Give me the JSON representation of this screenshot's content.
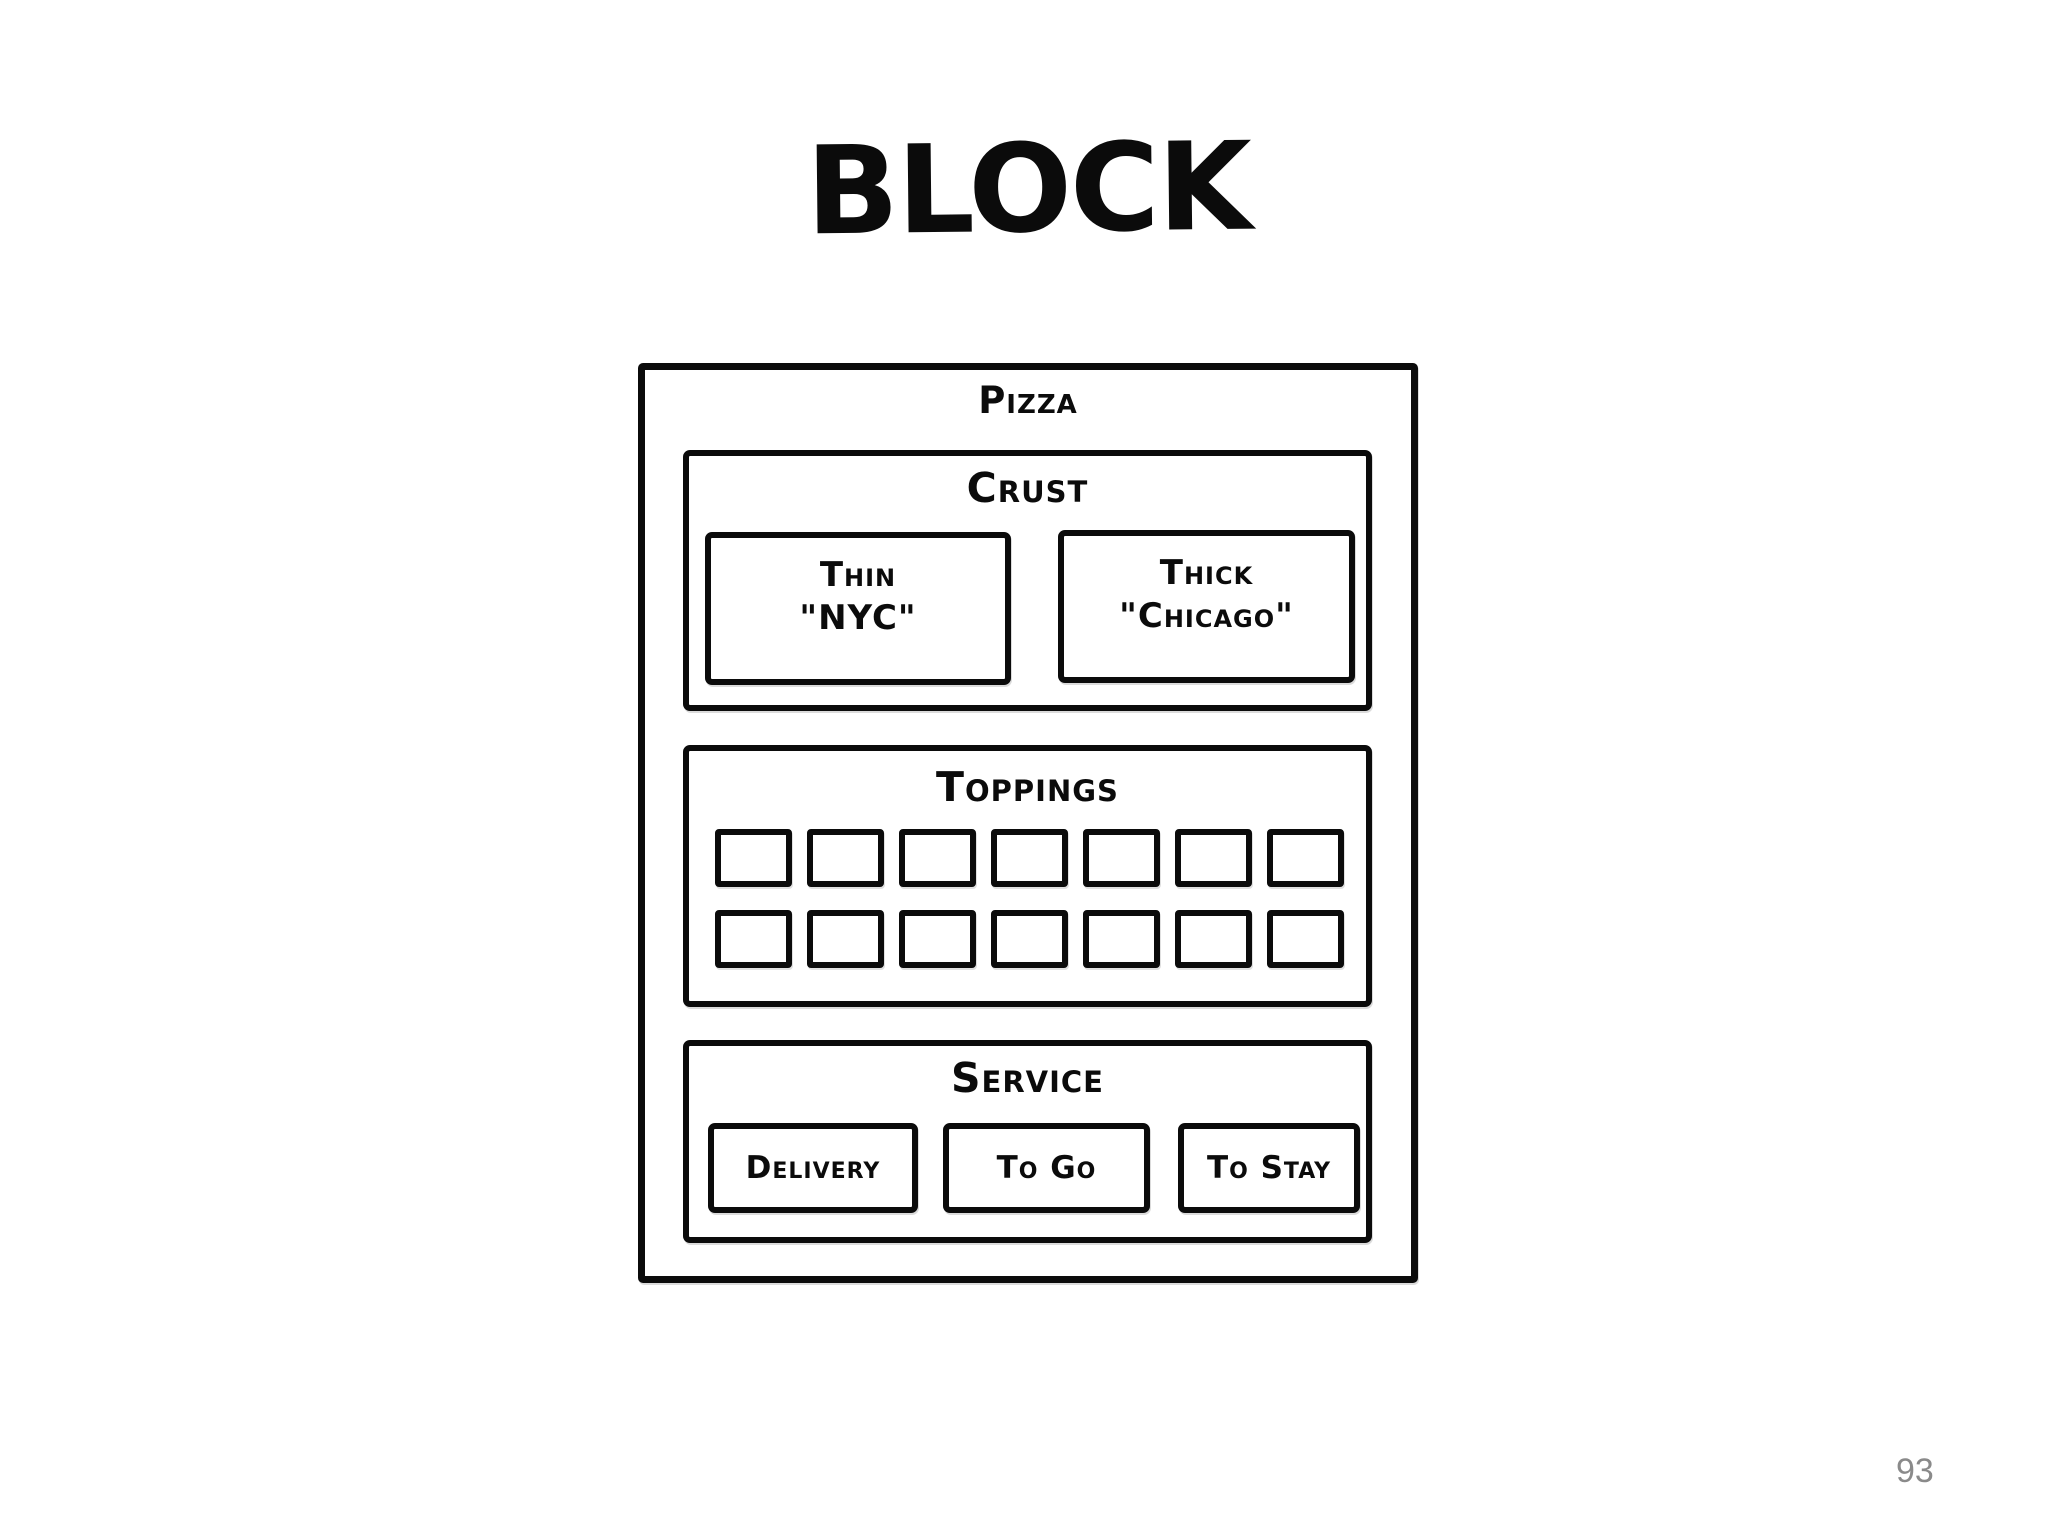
{
  "page": {
    "title": "BLOCK",
    "page_number": "93"
  },
  "colors": {
    "ink": "#0b0b0b",
    "background": "#ffffff",
    "page_number_color": "#8a8a8a"
  },
  "diagram": {
    "root_label": "Pizza",
    "sections": [
      {
        "id": "crust",
        "label": "Crust",
        "options": [
          {
            "line1": "Thin",
            "line2": "\"NYC\""
          },
          {
            "line1": "Thick",
            "line2": "\"Chicago\""
          }
        ]
      },
      {
        "id": "toppings",
        "label": "Toppings",
        "checkbox_rows": 2,
        "checkboxes_per_row": 7
      },
      {
        "id": "service",
        "label": "Service",
        "options": [
          {
            "line1": "Delivery"
          },
          {
            "line1": "To Go"
          },
          {
            "line1": "To Stay"
          }
        ]
      }
    ]
  }
}
